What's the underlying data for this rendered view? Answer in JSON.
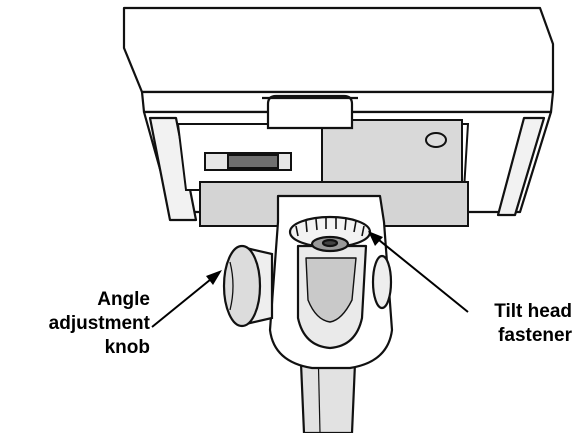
{
  "labels": {
    "angle_knob": [
      "Angle",
      "adjustment",
      "knob"
    ],
    "tilt_fastener": [
      "Tilt head",
      "fastener"
    ]
  },
  "colors": {
    "outline": "#111111",
    "body_fill": "#ffffff",
    "panel_shade": "#d9d9d9",
    "plate_shade": "#d4d4d4",
    "pole_shade": "#e2e2e2",
    "knob_shade": "#dcdcdc",
    "label_text": "#000000"
  }
}
